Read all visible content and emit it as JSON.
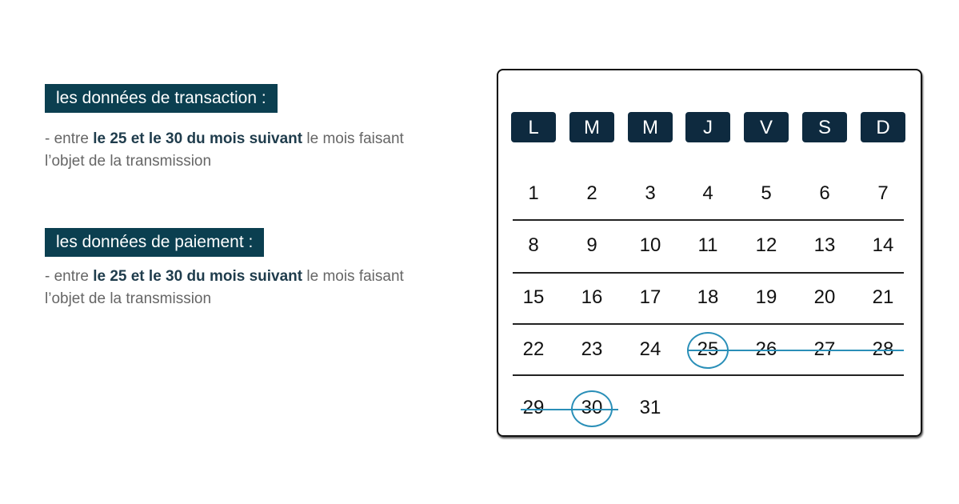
{
  "sections": [
    {
      "label": "les données de transaction :",
      "pre": "- entre ",
      "bold": "le 25 et le 30 du mois suivant",
      "post": " le mois faisant l’objet de la transmission"
    },
    {
      "label": "les données de paiement :",
      "pre": "- entre ",
      "bold": "le 25 et le 30 du mois suivant",
      "post": " le mois faisant l’objet de la transmission"
    }
  ],
  "calendar": {
    "weekdays": [
      "L",
      "M",
      "M",
      "J",
      "V",
      "S",
      "D"
    ],
    "weeks": [
      [
        "1",
        "2",
        "3",
        "4",
        "5",
        "6",
        "7"
      ],
      [
        "8",
        "9",
        "10",
        "11",
        "12",
        "13",
        "14"
      ],
      [
        "15",
        "16",
        "17",
        "18",
        "19",
        "20",
        "21"
      ],
      [
        "22",
        "23",
        "24",
        "25",
        "26",
        "27",
        "28"
      ],
      [
        "29",
        "30",
        "31"
      ]
    ],
    "circled": [
      "25",
      "30"
    ],
    "struck_through": [
      "25",
      "26",
      "27",
      "28",
      "29",
      "30"
    ],
    "accent": "#2a8fb8"
  }
}
